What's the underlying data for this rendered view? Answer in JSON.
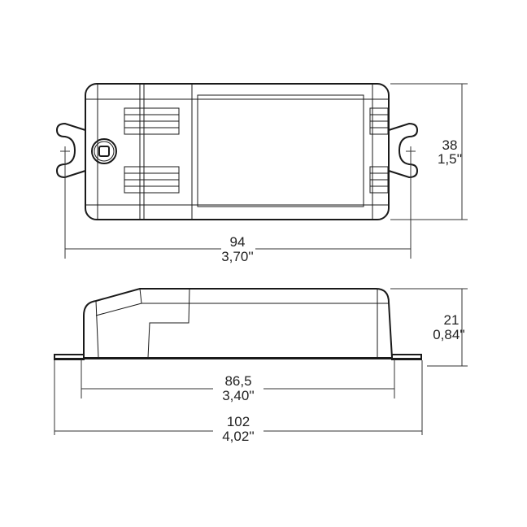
{
  "top_view": {
    "width_mm": "94",
    "width_in": "3,70''",
    "height_mm": "38",
    "height_in": "1,5''"
  },
  "side_view": {
    "height_mm": "21",
    "height_in": "0,84''",
    "inner_width_mm": "86,5",
    "inner_width_in": "3,40''",
    "total_width_mm": "102",
    "total_width_in": "4,02''"
  }
}
